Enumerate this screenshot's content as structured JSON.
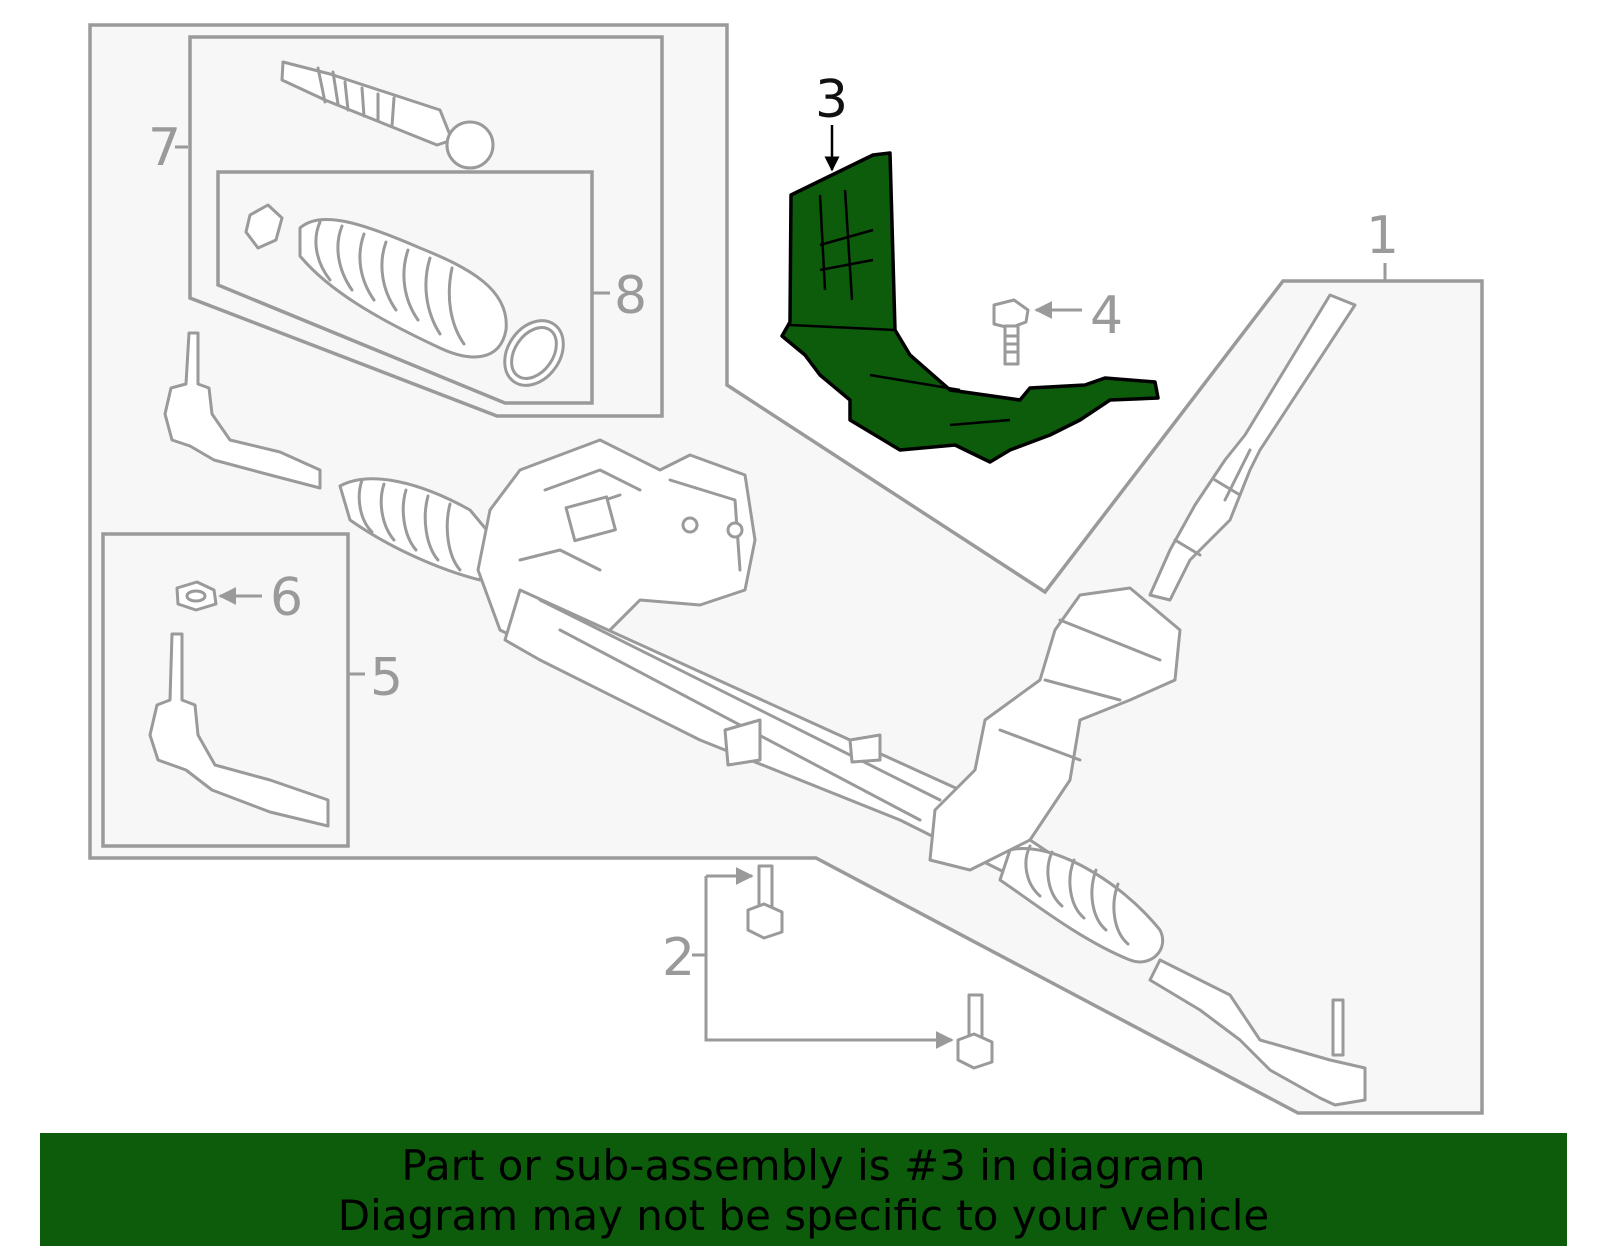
{
  "callouts": {
    "c1": "1",
    "c2": "2",
    "c3": "3",
    "c4": "4",
    "c5": "5",
    "c6": "6",
    "c7": "7",
    "c8": "8"
  },
  "highlighted_part": "3",
  "colors": {
    "highlight": "#0c5c0c",
    "line": "#9a9a9a",
    "frame_fill": "#f7f7f7"
  },
  "banner": {
    "line1": "Part or sub-assembly is #3 in diagram",
    "line2": "Diagram may not be specific to your vehicle"
  }
}
